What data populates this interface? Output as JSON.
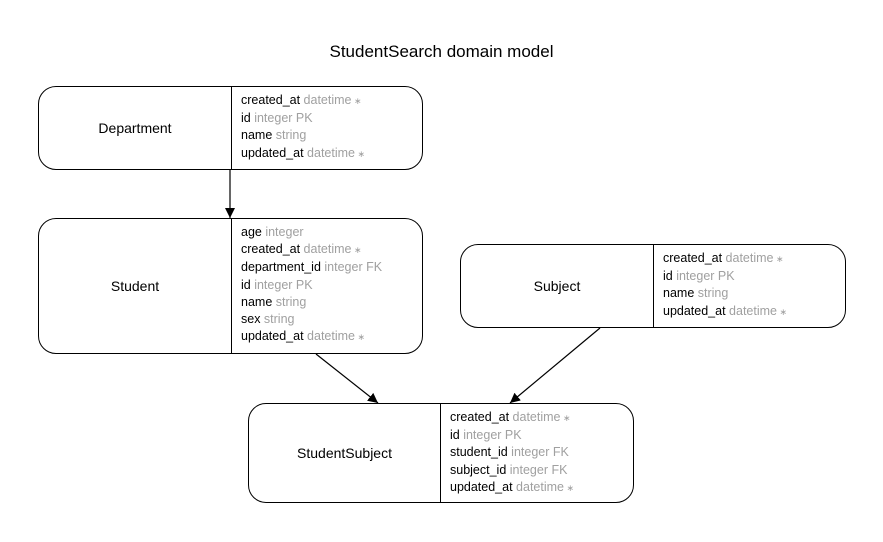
{
  "title": "StudentSearch domain model",
  "entities": {
    "department": {
      "name": "Department",
      "attributes": [
        {
          "name": "created_at",
          "type": "datetime",
          "mark": "∗"
        },
        {
          "name": "id",
          "type": "integer PK",
          "mark": ""
        },
        {
          "name": "name",
          "type": "string",
          "mark": ""
        },
        {
          "name": "updated_at",
          "type": "datetime",
          "mark": "∗"
        }
      ]
    },
    "student": {
      "name": "Student",
      "attributes": [
        {
          "name": "age",
          "type": "integer",
          "mark": ""
        },
        {
          "name": "created_at",
          "type": "datetime",
          "mark": "∗"
        },
        {
          "name": "department_id",
          "type": "integer FK",
          "mark": ""
        },
        {
          "name": "id",
          "type": "integer PK",
          "mark": ""
        },
        {
          "name": "name",
          "type": "string",
          "mark": ""
        },
        {
          "name": "sex",
          "type": "string",
          "mark": ""
        },
        {
          "name": "updated_at",
          "type": "datetime",
          "mark": "∗"
        }
      ]
    },
    "subject": {
      "name": "Subject",
      "attributes": [
        {
          "name": "created_at",
          "type": "datetime",
          "mark": "∗"
        },
        {
          "name": "id",
          "type": "integer PK",
          "mark": ""
        },
        {
          "name": "name",
          "type": "string",
          "mark": ""
        },
        {
          "name": "updated_at",
          "type": "datetime",
          "mark": "∗"
        }
      ]
    },
    "studentsubject": {
      "name": "StudentSubject",
      "attributes": [
        {
          "name": "created_at",
          "type": "datetime",
          "mark": "∗"
        },
        {
          "name": "id",
          "type": "integer PK",
          "mark": ""
        },
        {
          "name": "student_id",
          "type": "integer FK",
          "mark": ""
        },
        {
          "name": "subject_id",
          "type": "integer FK",
          "mark": ""
        },
        {
          "name": "updated_at",
          "type": "datetime",
          "mark": "∗"
        }
      ]
    }
  },
  "relations": [
    {
      "from": "Department",
      "to": "Student"
    },
    {
      "from": "Student",
      "to": "StudentSubject"
    },
    {
      "from": "Subject",
      "to": "StudentSubject"
    }
  ],
  "colors": {
    "stroke": "#000000",
    "type_text": "#a0a0a0",
    "background": "#ffffff"
  }
}
